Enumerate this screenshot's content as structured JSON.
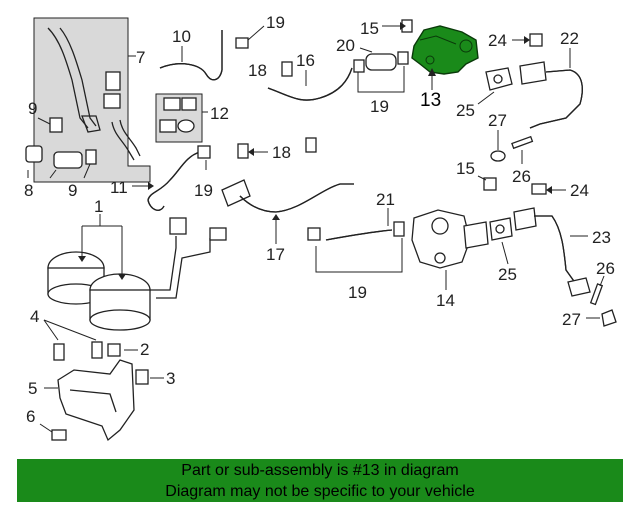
{
  "colors": {
    "highlight": "#1a8a1a",
    "banner_bg": "#1a8a1a",
    "line": "#222222"
  },
  "highlighted_part": "13",
  "callouts": [
    {
      "id": "c1",
      "text": "1"
    },
    {
      "id": "c2",
      "text": "2"
    },
    {
      "id": "c3",
      "text": "3"
    },
    {
      "id": "c4",
      "text": "4"
    },
    {
      "id": "c5",
      "text": "5"
    },
    {
      "id": "c6",
      "text": "6"
    },
    {
      "id": "c7",
      "text": "7"
    },
    {
      "id": "c8",
      "text": "8"
    },
    {
      "id": "c9a",
      "text": "9"
    },
    {
      "id": "c9b",
      "text": "9"
    },
    {
      "id": "c10",
      "text": "10"
    },
    {
      "id": "c11",
      "text": "11"
    },
    {
      "id": "c12",
      "text": "12"
    },
    {
      "id": "c13",
      "text": "13"
    },
    {
      "id": "c14",
      "text": "14"
    },
    {
      "id": "c15a",
      "text": "15"
    },
    {
      "id": "c15b",
      "text": "15"
    },
    {
      "id": "c16",
      "text": "16"
    },
    {
      "id": "c17",
      "text": "17"
    },
    {
      "id": "c18a",
      "text": "18"
    },
    {
      "id": "c18b",
      "text": "18"
    },
    {
      "id": "c19a",
      "text": "19"
    },
    {
      "id": "c19b",
      "text": "19"
    },
    {
      "id": "c19c",
      "text": "19"
    },
    {
      "id": "c19d",
      "text": "19"
    },
    {
      "id": "c20",
      "text": "20"
    },
    {
      "id": "c21",
      "text": "21"
    },
    {
      "id": "c22",
      "text": "22"
    },
    {
      "id": "c23",
      "text": "23"
    },
    {
      "id": "c24a",
      "text": "24"
    },
    {
      "id": "c24b",
      "text": "24"
    },
    {
      "id": "c25a",
      "text": "25"
    },
    {
      "id": "c25b",
      "text": "25"
    },
    {
      "id": "c26a",
      "text": "26"
    },
    {
      "id": "c26b",
      "text": "26"
    },
    {
      "id": "c27a",
      "text": "27"
    },
    {
      "id": "c27b",
      "text": "27"
    }
  ],
  "banner": {
    "line1": "Part or sub-assembly is #13 in diagram",
    "line2": "Diagram may not be specific to your vehicle"
  }
}
